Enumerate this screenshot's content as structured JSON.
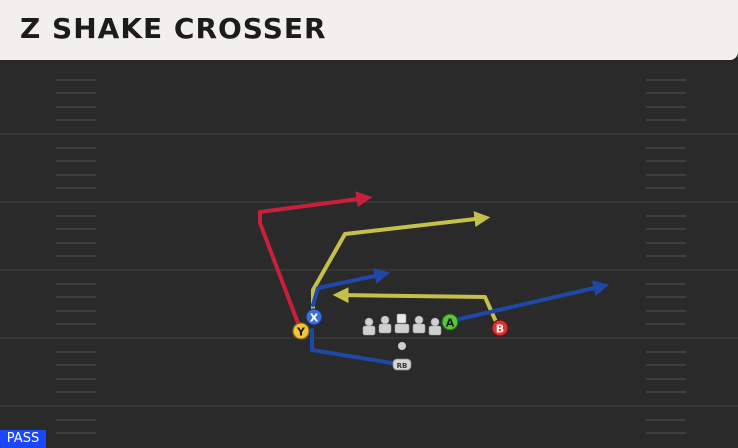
{
  "play": {
    "title": "Z SHAKE CROSSER",
    "type_label": "PASS"
  },
  "players": [
    {
      "id": "Y",
      "label": "Y",
      "color": "#f2c53d"
    },
    {
      "id": "X",
      "label": "X",
      "color": "#3a6fd8"
    },
    {
      "id": "A",
      "label": "A",
      "color": "#55c93a"
    },
    {
      "id": "B",
      "label": "B",
      "color": "#dd3333"
    },
    {
      "id": "RB",
      "label": "RB",
      "color": "#cfcfcf"
    }
  ],
  "colors": {
    "field_bg": "#2a2a2a",
    "yard_line": "#3a3a3a",
    "hash": "#555555",
    "route_red": "#c8203a",
    "route_yellow": "#c6c04a",
    "route_blue": "#1e47a8",
    "lineman": "#cfcfcf"
  }
}
